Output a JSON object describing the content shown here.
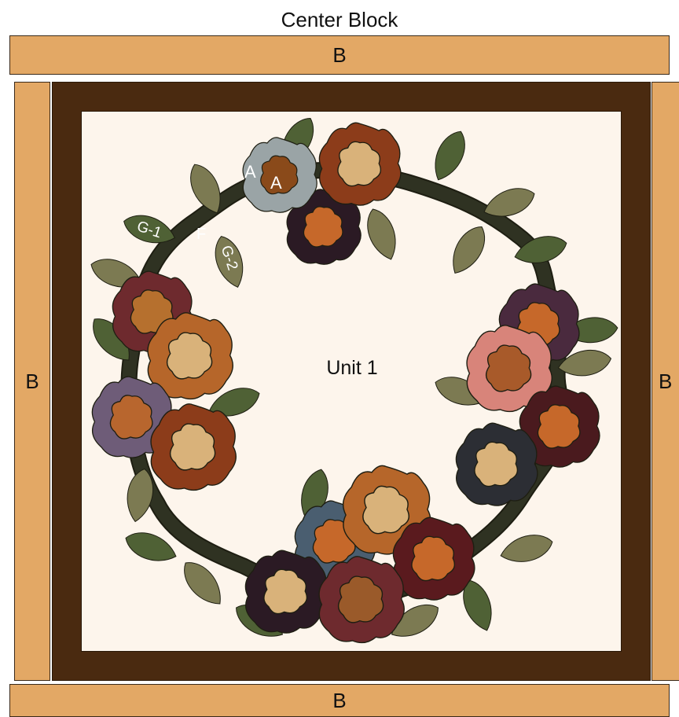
{
  "title": "Center Block",
  "borders": {
    "top": "B",
    "bottom": "B",
    "left": "B",
    "right": "B"
  },
  "unit_label": "Unit 1",
  "piece_labels": {
    "flower_outer": "A",
    "flower_inner": "A",
    "vine": "F",
    "leaf_1": "G-1",
    "leaf_2": "G-2"
  },
  "colors": {
    "border_strip": "#e3a865",
    "frame": "#4a2a10",
    "background": "#fdf5ec",
    "vine": "#2f2f1f",
    "leaf_dark": "#4f6135",
    "leaf_light": "#7c7a52"
  }
}
